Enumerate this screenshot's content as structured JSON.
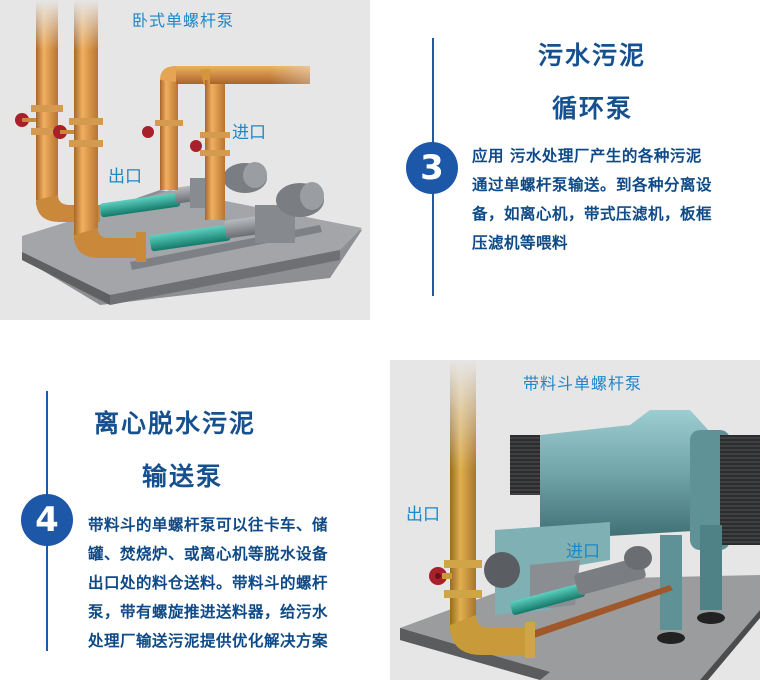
{
  "section3": {
    "image": {
      "caption": "卧式单螺杆泵",
      "label_inlet": "进口",
      "label_outlet": "出口"
    },
    "badge": "3",
    "title_line1": "污水污泥",
    "title_line2": "循环泵",
    "body_lines": [
      "应用  污水处理厂产生的各种污泥",
      "通过单螺杆泵输送。到各种分离设",
      "备，如离心机，带式压滤机，板框",
      "压滤机等喂料"
    ]
  },
  "section4": {
    "badge": "4",
    "title_line1": "离心脱水污泥",
    "title_line2": "输送泵",
    "body_lines": [
      "带料斗的单螺杆泵可以往卡车、储",
      "罐、焚烧炉、或离心机等脱水设备",
      "出口处的料仓送料。带料斗的螺杆",
      "泵，带有螺旋推进送料器，给污水",
      "处理厂输送污泥提供优化解决方案"
    ],
    "image": {
      "caption": "带料斗单螺杆泵",
      "label_outlet": "出口",
      "label_inlet": "进口"
    }
  },
  "colors": {
    "badge": "#1d57a8",
    "title": "#17508f",
    "body": "#0f4a86",
    "caption": "#1f86c8",
    "panel_bg": "#e6e6e6",
    "pipe": "#d9953f",
    "valve": "#a8202a",
    "screw": "#1f9c8a",
    "machine": "#6fa3a8"
  }
}
